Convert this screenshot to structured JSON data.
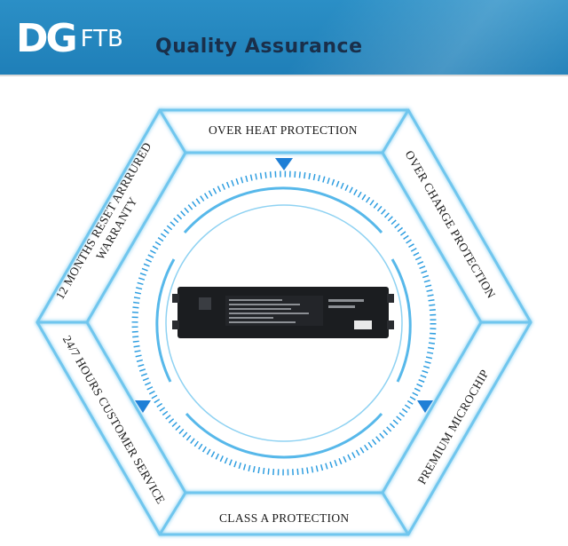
{
  "header": {
    "logo_mark": "DG",
    "logo_text": "FTB",
    "tagline": "Quality Assurance"
  },
  "features": {
    "top": "OVER HEAT PROTECTION",
    "top_right": "OVER CHARGE PROTECTION",
    "bottom_right": "PREMIUM MICROCHIP",
    "bottom": "CLASS A PROTECTION",
    "bottom_left": "24/7 HOURS CUSTOMER SERVICE",
    "top_left_line1": "12 MONTHS RESET ARRRURED",
    "top_left_line2": "WARRANTY"
  },
  "colors": {
    "header_bg": "#2285bf",
    "frame": "#6fc6ee",
    "arrow": "#1f7fd6",
    "battery": "#1b1d20"
  }
}
